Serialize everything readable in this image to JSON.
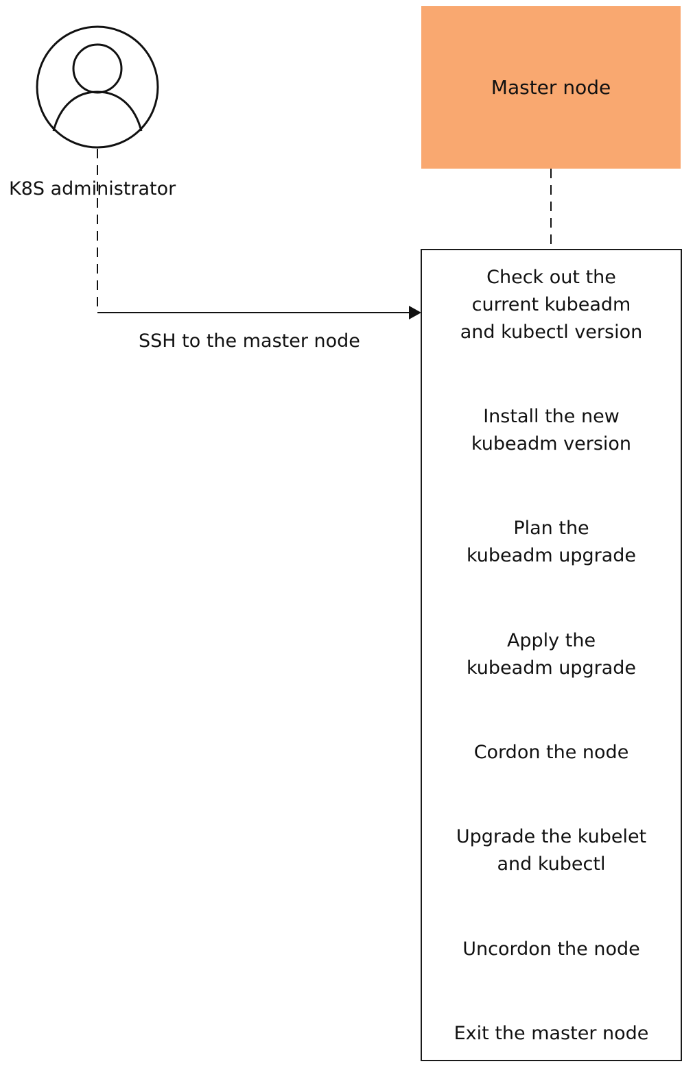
{
  "actor": {
    "label": "K8S administrator",
    "icon": "user-icon"
  },
  "connection": {
    "label": "SSH to the master node"
  },
  "master_node": {
    "title": "Master node",
    "fill_color": "#f9a870"
  },
  "steps": [
    "Check out the\ncurrent kubeadm\nand kubectl version",
    "Install the new\nkubeadm version",
    "Plan the\nkubeadm upgrade",
    "Apply the\nkubeadm upgrade",
    "Cordon the node",
    "Upgrade the kubelet\nand kubectl",
    "Uncordon the node",
    "Exit the master node"
  ]
}
